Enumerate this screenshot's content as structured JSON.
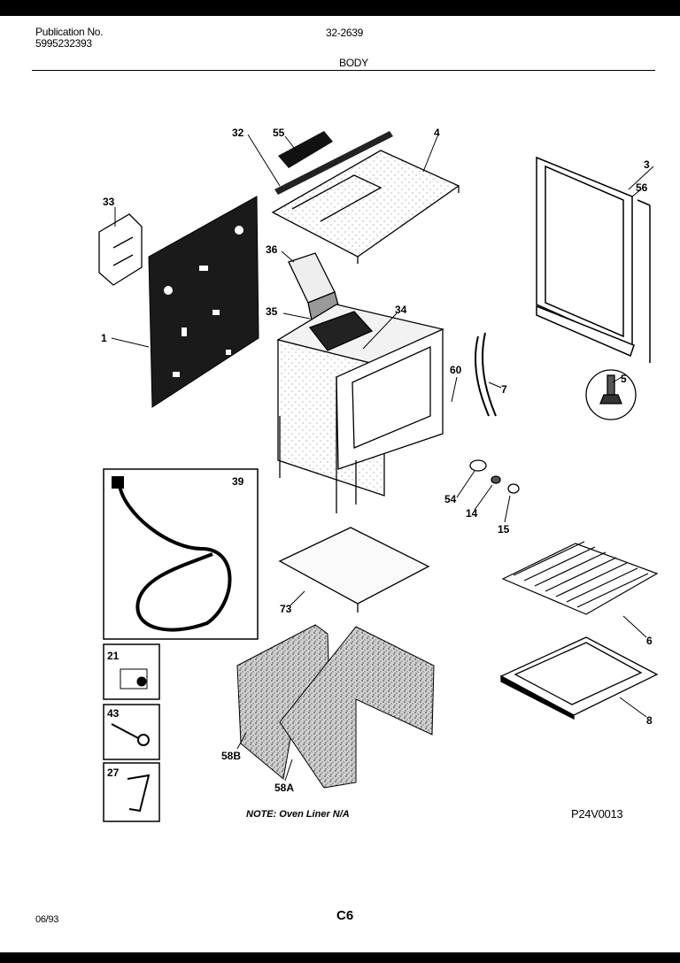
{
  "header": {
    "publication_label": "Publication No.",
    "publication_number": "5995232393",
    "model": "32-2639",
    "section": "BODY"
  },
  "callouts": {
    "c32": "32",
    "c55": "55",
    "c4": "4",
    "c3": "3",
    "c56": "56",
    "c33": "33",
    "c36": "36",
    "c35": "35",
    "c34": "34",
    "c1": "1",
    "c60": "60",
    "c7": "7",
    "c5": "5",
    "c39": "39",
    "c54": "54",
    "c14": "14",
    "c15": "15",
    "c73": "73",
    "c6": "6",
    "c8": "8",
    "c21": "21",
    "c43": "43",
    "c27": "27",
    "c58b": "58B",
    "c58a": "58A"
  },
  "footer": {
    "note": "NOTE: Oven Liner N/A",
    "drawing_id": "P24V0013",
    "date": "06/93",
    "page": "C6"
  }
}
